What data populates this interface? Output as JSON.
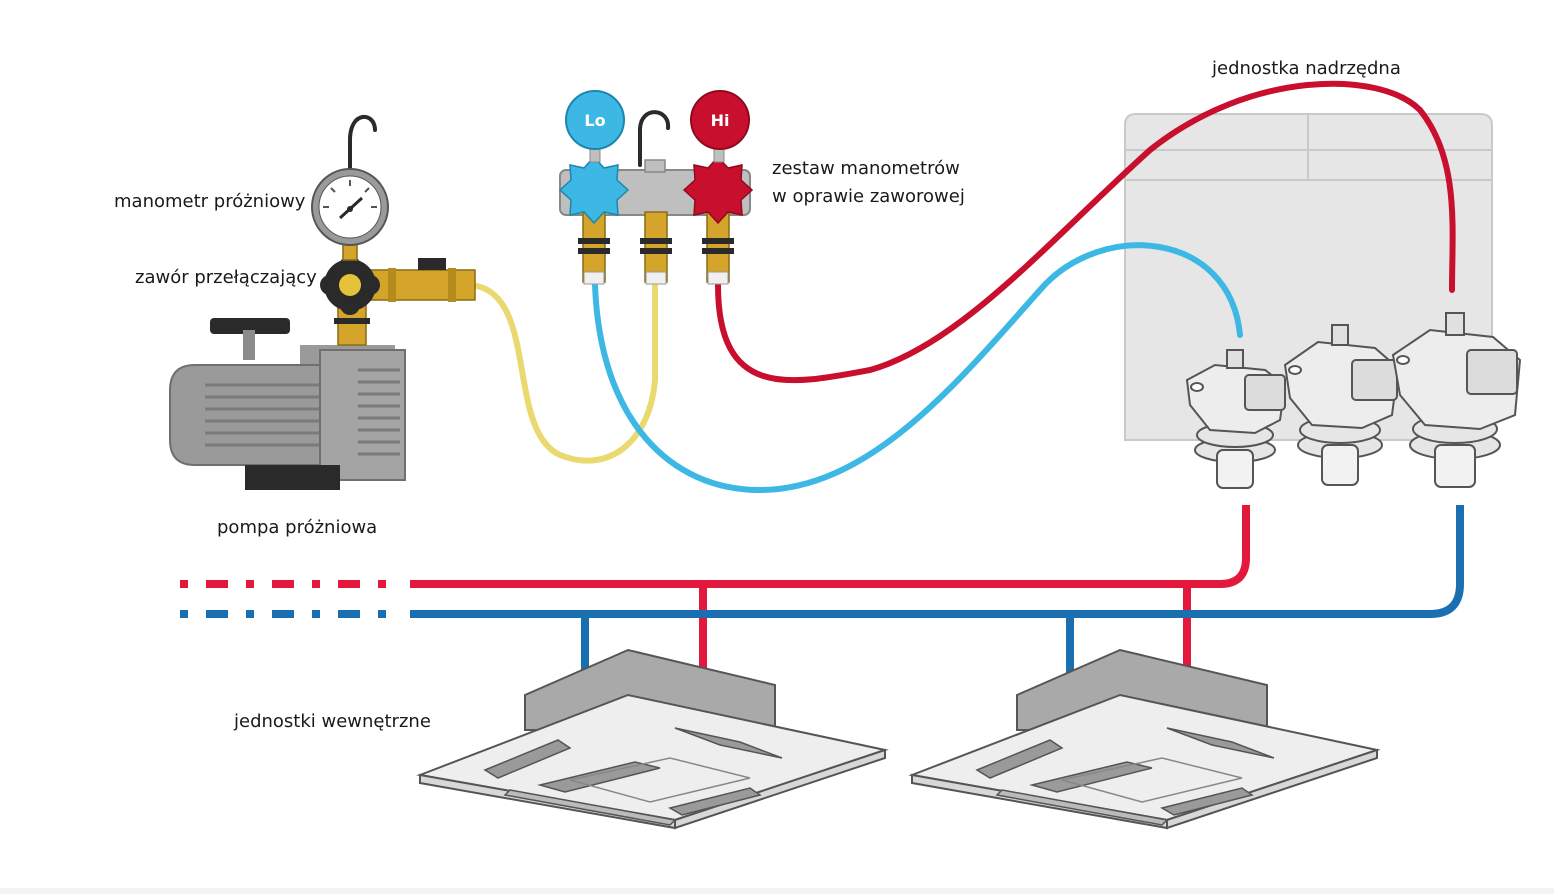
{
  "labels": {
    "vacuum_gauge": "manometr próżniowy",
    "switch_valve": "zawór przełączający",
    "vacuum_pump": "pompa próżniowa",
    "manifold_line1": "zestaw manometrów",
    "manifold_line2": "w oprawie zaworowej",
    "outdoor_unit": "jednostka nadrzędna",
    "indoor_units": "jednostki wewnętrzne"
  },
  "gauges": {
    "low": "Lo",
    "high": "Hi"
  },
  "colors": {
    "high_pressure": "#c8102e",
    "low_pressure": "#3db8e4",
    "vacuum_hose": "#ead96e",
    "line_red": "#e3183d",
    "line_blue": "#1a6fb1",
    "brass": "#d4a52a",
    "unit_gray": "#e6e6e6"
  }
}
